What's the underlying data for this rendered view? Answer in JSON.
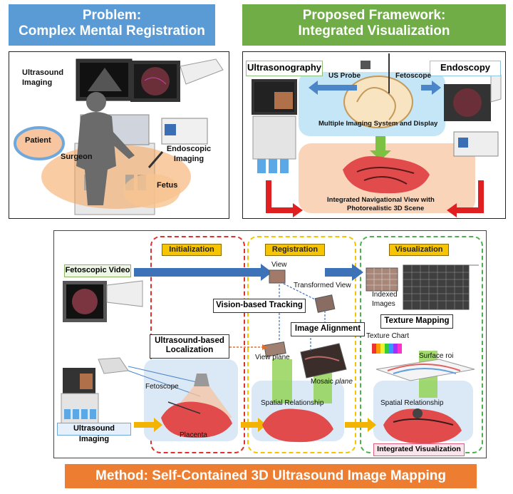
{
  "banners": {
    "problem": {
      "line1": "Problem:",
      "line2": "Complex Mental Registration",
      "color": "#5b9bd5"
    },
    "proposed": {
      "line1": "Proposed Framework:",
      "line2": "Integrated Visualization",
      "color": "#70ad47"
    },
    "method": {
      "text": "Method: Self-Contained 3D Ultrasound Image Mapping",
      "color": "#ed7d31"
    }
  },
  "problem_panel": {
    "ultrasound_imaging": "Ultrasound Imaging",
    "patient": "Patient",
    "surgeon": "Surgeon",
    "endoscopic_imaging": "Endoscopic Imaging",
    "fetus": "Fetus"
  },
  "proposed_panel": {
    "ultrasonography": "Ultrasonography",
    "endoscopy": "Endoscopy",
    "us_probe": "US Probe",
    "fetoscope": "Fetoscope",
    "multiple_imaging": "Multiple Imaging System and Display",
    "integrated_view_line1": "Integrated Navigational View with",
    "integrated_view_line2": "Photorealistic 3D Scene"
  },
  "method_panel": {
    "phases": {
      "initialization": "Initialization",
      "registration": "Registration",
      "visualization": "Visualization"
    },
    "phase_colors": {
      "initialization": "#e0302f",
      "registration": "#f2c500",
      "visualization": "#4caf50"
    },
    "fetoscopic_video": "Fetoscopic Video",
    "ultrasound_imaging": "Ultrasound Imaging",
    "fetoscope": "Fetoscope",
    "placenta": "Placenta",
    "ultrasound_localization_line1": "Ultrasound-based",
    "ultrasound_localization_line2": "Localization",
    "view": "View",
    "transformed_view": "Transformed View",
    "vision_tracking": "Vision-based Tracking",
    "image_alignment": "Image Alignment",
    "view_plane": "View plane",
    "mosaic_plane_a": "Mosaic ",
    "mosaic_plane_b": "plane",
    "spatial_relationship_reg": "Spatial Relationship",
    "indexed_images_line1": "Indexed",
    "indexed_images_line2": "Images",
    "texture_mapping": "Texture Mapping",
    "texture_chart": "Texture Chart",
    "surface_roi": "Surface roi",
    "spatial_relationship_vis": "Spatial Relationship",
    "integrated_visualization": "Integrated Visualization"
  }
}
